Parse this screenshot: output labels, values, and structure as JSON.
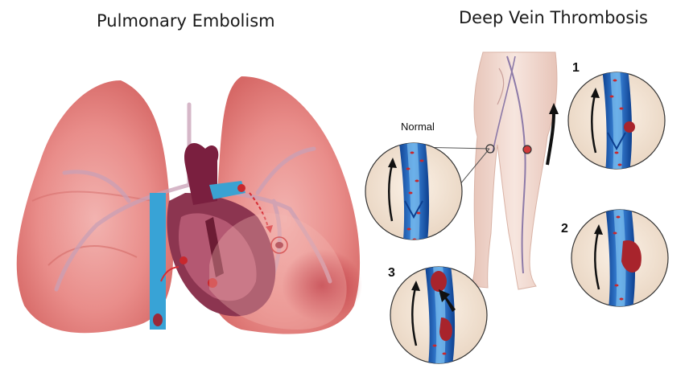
{
  "titles": {
    "left": "Pulmonary Embolism",
    "right": "Deep Vein Thrombosis"
  },
  "labels": {
    "normal": "Normal",
    "stage_1": "1",
    "stage_2": "2",
    "stage_3": "3"
  },
  "colors": {
    "lung": "#e88f8d",
    "lung_dark": "#c9403f",
    "heart": "#8a2d4f",
    "vein_blue": "#1f5fb5",
    "blood_cell": "#c8282d",
    "skin": "#f3ddd4"
  },
  "icons": {
    "flow_arrow": "curved-arrow-up",
    "clot_move_arrow": "black-arrow-up"
  }
}
